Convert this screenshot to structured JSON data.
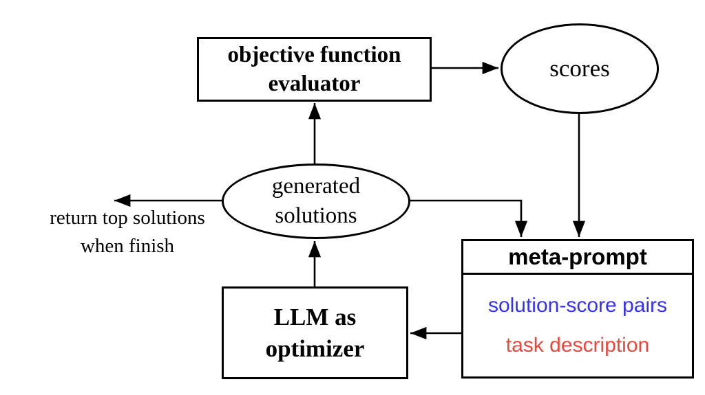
{
  "diagram": {
    "nodes": {
      "evaluator": {
        "line1": "objective function",
        "line2": "evaluator"
      },
      "scores": {
        "label": "scores"
      },
      "generated": {
        "line1": "generated",
        "line2": "solutions"
      },
      "llm": {
        "line1": "LLM as",
        "line2": "optimizer"
      },
      "meta_prompt": {
        "title": "meta-prompt",
        "items": [
          {
            "label": "solution-score pairs",
            "color": "#3533f0"
          },
          {
            "label": "task description",
            "color": "#e9483d"
          }
        ]
      },
      "return_note": {
        "line1": "return top solutions",
        "line2": "when finish"
      }
    },
    "colors": {
      "background": "#ffffff",
      "stroke": "#000000",
      "solution_score_pairs": "#3533f0",
      "task_description": "#e9483d"
    }
  }
}
